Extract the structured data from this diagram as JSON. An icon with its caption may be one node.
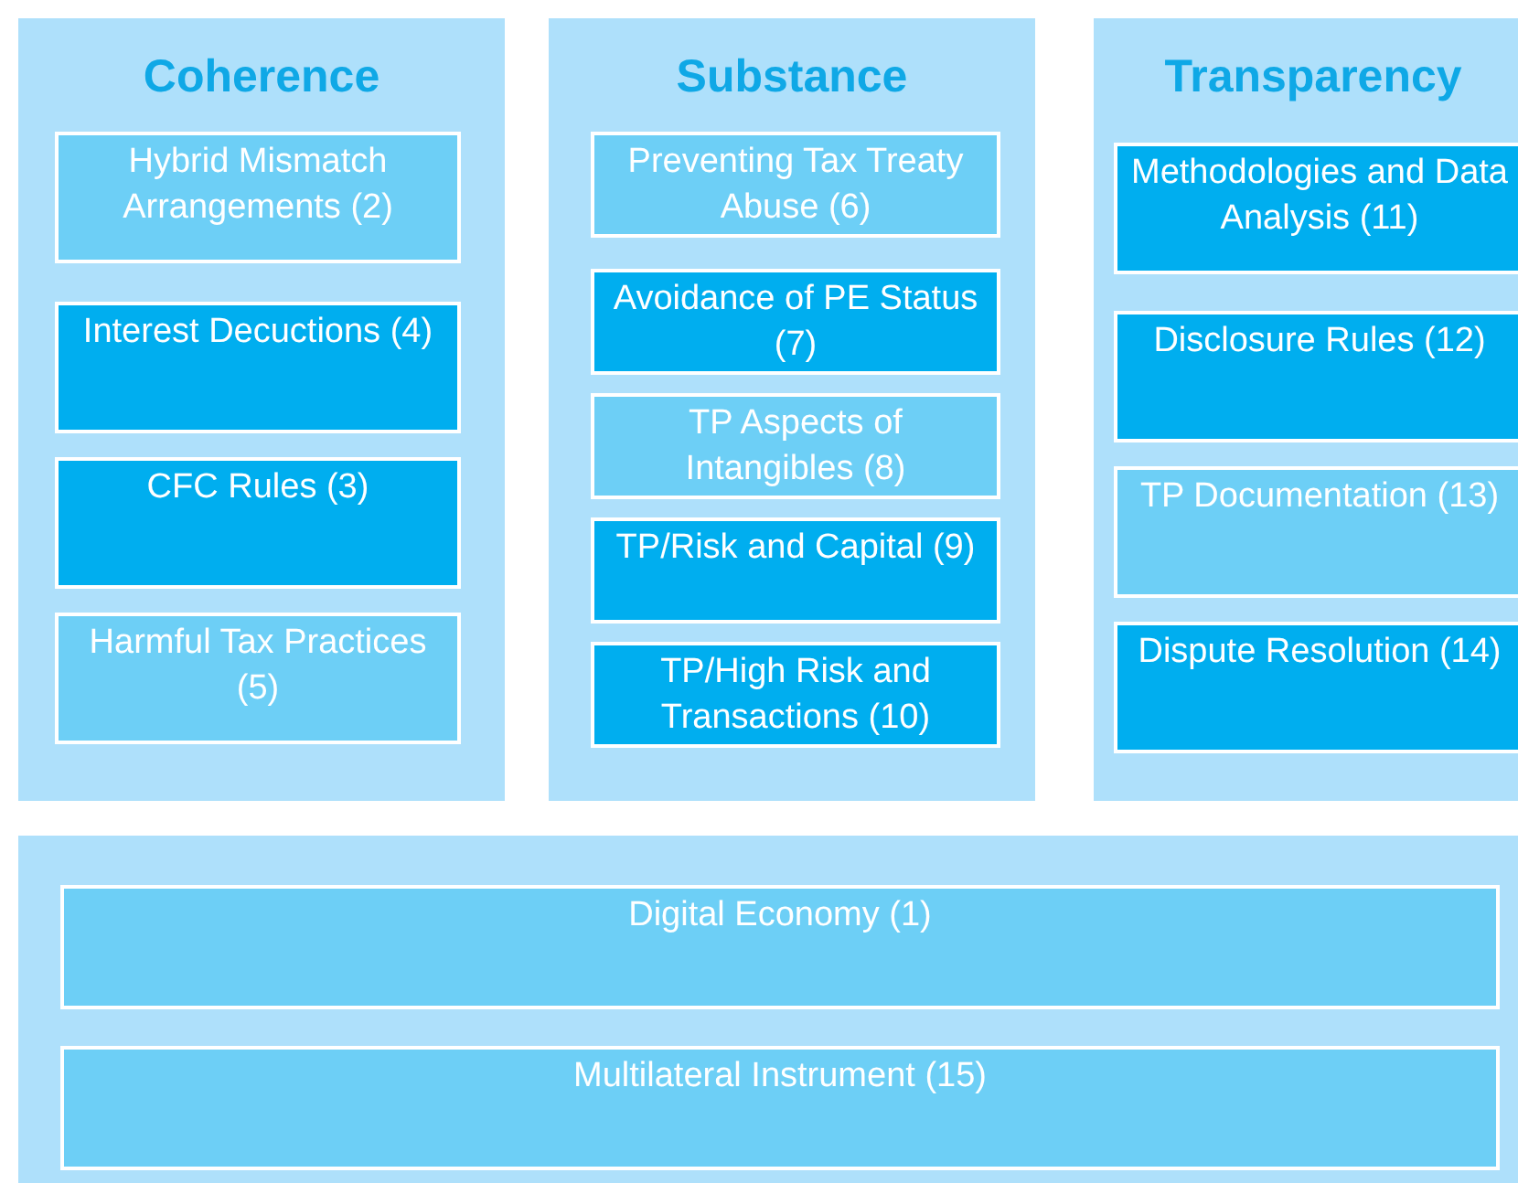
{
  "diagram": {
    "nodes": [
      {
        "text": [
          "Coherence"
        ]
      },
      {
        "text": [
          "Hybrid Mismatch Arrangements (2)"
        ],
        "in": 0
      },
      {
        "text": [
          "Interest Decuctions (4)"
        ],
        "in": 0
      },
      {
        "text": [
          "CFC Rules (3)"
        ],
        "in": 0
      },
      {
        "text": [
          "Harmful Tax Practices (5)"
        ],
        "in": 0
      },
      {
        "text": [
          "Substance"
        ]
      },
      {
        "text": [
          "Preventing Tax Treaty Abuse (6)"
        ],
        "in": 5
      },
      {
        "text": [
          "Avoidance of PE Status (7)"
        ],
        "in": 5
      },
      {
        "text": [
          "TP Aspects of Intangibles (8)"
        ],
        "in": 5
      },
      {
        "text": [
          "TP/Risk and Capital (9)"
        ],
        "in": 5
      },
      {
        "text": [
          "TP/High Risk and Transactions (10)"
        ],
        "in": 5
      },
      {
        "text": [
          "Transparency"
        ]
      },
      {
        "text": [
          "Methodologies and Data Analysis (11)"
        ],
        "in": 11
      },
      {
        "text": [
          "Disclosure Rules (12)"
        ],
        "in": 11
      },
      {
        "text": [
          "TP Documentation (13)"
        ],
        "in": 11
      },
      {
        "text": [
          "Dispute Resolution (14)"
        ],
        "in": 11
      },
      {
        "text": [],
        "shape": "box"
      },
      {
        "text": [
          "Digital Economy (1)"
        ],
        "in": 16
      },
      {
        "text": [
          "Multilateral Instrument (15)"
        ],
        "in": 16
      }
    ]
  }
}
